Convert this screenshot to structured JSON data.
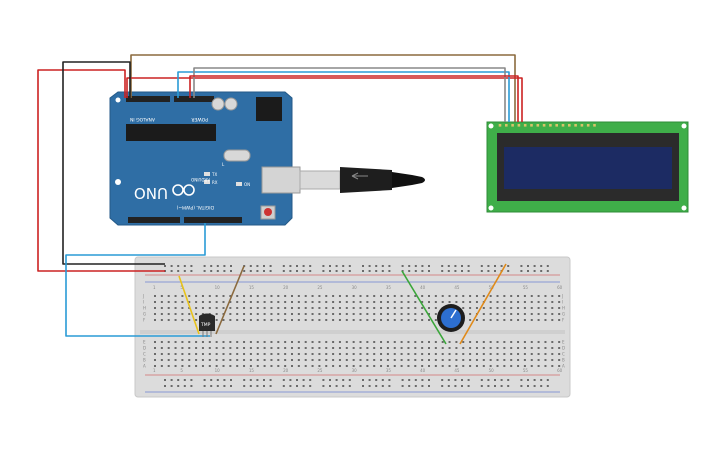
{
  "arduino": {
    "brand": "ARDUINO",
    "model": "UNO",
    "power_label": "POWER",
    "analog_label": "ANALOG IN",
    "digital_label": "DIGITAL (PWM~)",
    "led_tx": "TX",
    "led_rx": "RX",
    "led_l": "L",
    "led_on": "ON"
  },
  "sensor": {
    "label": "TMP"
  },
  "colors": {
    "board": "#2f6ea5",
    "lcd_pcb": "#3fae49",
    "lcd_screen": "#1c2b63",
    "breadboard": "#dcdcdc",
    "wire_red": "#cc2222",
    "wire_black": "#222222",
    "wire_brown": "#8b6a3e",
    "wire_blue": "#2a9bd6",
    "wire_gray": "#888888",
    "wire_orange": "#e08a1a",
    "wire_green": "#3aa63a",
    "wire_yellow": "#e8c21a"
  },
  "breadboard": {
    "col_numbers": [
      "1",
      "5",
      "10",
      "15",
      "20",
      "25",
      "30",
      "35",
      "40",
      "45",
      "50",
      "55",
      "60"
    ],
    "row_letters_top": [
      "J",
      "I",
      "H",
      "G",
      "F"
    ],
    "row_letters_bottom": [
      "E",
      "D",
      "C",
      "B",
      "A"
    ]
  }
}
